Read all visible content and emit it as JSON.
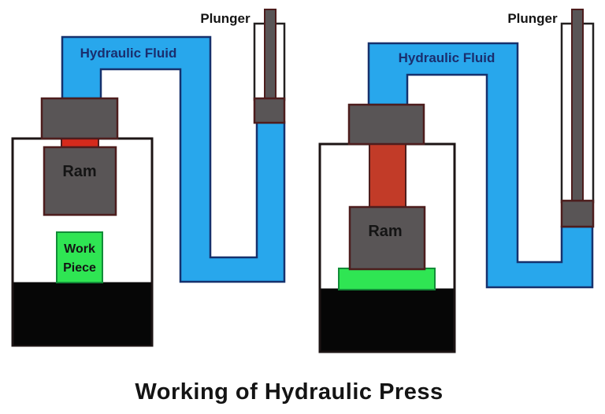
{
  "title": "Working of Hydraulic Press",
  "colors": {
    "hydraulic_fluid_blue": "#28A7EC",
    "pipe_outline_navy": "#16316D",
    "metal_gray": "#595556",
    "metal_outline_maroon": "#4D1D1D",
    "ram_stem_red": "#D52A1C",
    "ram_stem_red_dark": "#C23B28",
    "workpiece_green": "#2FE553",
    "base_black": "#060606",
    "frame_white": "#FFFFFF",
    "label_black": "#141414",
    "fluid_label_navy": "#1A2E6E"
  },
  "left_press": {
    "plunger_label": "Plunger",
    "fluid_label": "Hydraulic Fluid",
    "ram_label": "Ram",
    "workpiece_label": [
      "Work",
      "Piece"
    ]
  },
  "right_press": {
    "plunger_label": "Plunger",
    "fluid_label": "Hydraulic Fluid",
    "ram_label": "Ram"
  }
}
